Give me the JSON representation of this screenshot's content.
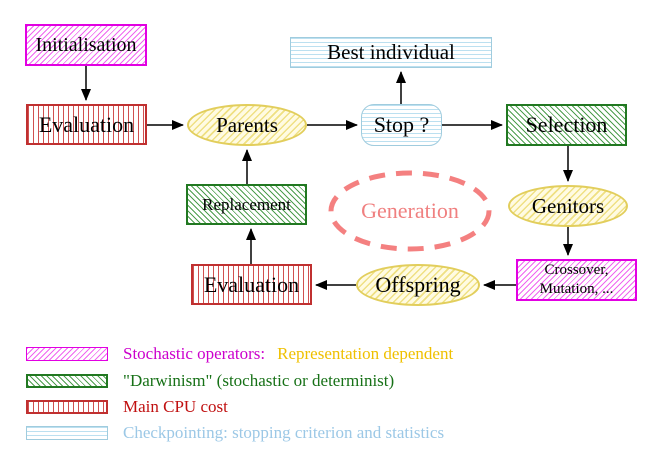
{
  "nodes": {
    "initialisation": "Initialisation",
    "evaluation_top": "Evaluation",
    "parents": "Parents",
    "best_individual": "Best individual",
    "stop": "Stop ?",
    "selection": "Selection",
    "genitors": "Genitors",
    "crossover_line1": "Crossover,",
    "crossover_line2": "Mutation, ...",
    "offspring": "Offspring",
    "evaluation_bottom": "Evaluation",
    "replacement": "Replacement",
    "generation": "Generation"
  },
  "legend": {
    "stochastic": {
      "label": "Stochastic operators:",
      "detail": "Representation dependent"
    },
    "darwinism": {
      "label": "\"Darwinism\" (stochastic or determinist)"
    },
    "cpu": {
      "label": "Main CPU cost"
    },
    "checkpointing": {
      "label": "Checkpointing: stopping criterion and statistics"
    }
  },
  "colors": {
    "magenta_border": "#E200E2",
    "red_border": "#C03030",
    "green_border": "#217821",
    "yellow_border": "#E2CE5C",
    "cyan_border": "#A0CCDE",
    "generation_coral": "#F08080",
    "legend_magenta_text": "#CC00CC",
    "legend_gold_text": "#EFC000",
    "legend_green_text": "#177117",
    "legend_red_text": "#C01010",
    "legend_cyan_text": "#9CC8E6"
  }
}
